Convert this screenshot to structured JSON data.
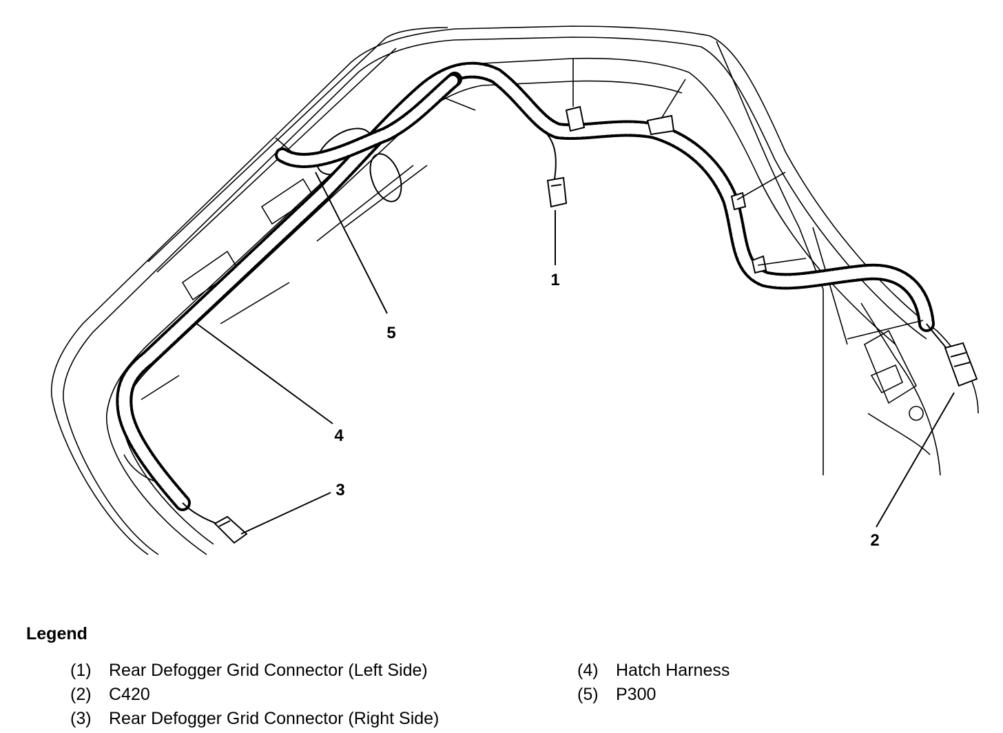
{
  "callouts": {
    "c1": "1",
    "c2": "2",
    "c3": "3",
    "c4": "4",
    "c5": "5"
  },
  "legend": {
    "title": "Legend",
    "items": [
      {
        "num": "(1)",
        "text": "Rear Defogger Grid Connector (Left Side)"
      },
      {
        "num": "(2)",
        "text": "C420"
      },
      {
        "num": "(3)",
        "text": "Rear Defogger Grid Connector (Right Side)"
      },
      {
        "num": "(4)",
        "text": "Hatch Harness"
      },
      {
        "num": "(5)",
        "text": "P300"
      }
    ]
  }
}
